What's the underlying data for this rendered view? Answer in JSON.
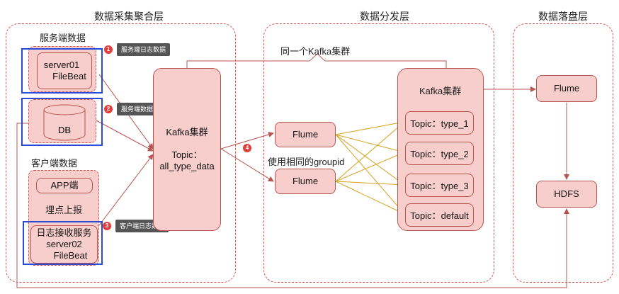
{
  "layers": {
    "collection": "数据采集聚合层",
    "distribution": "数据分发层",
    "storage": "数据落盘层"
  },
  "sections": {
    "server_data": "服务端数据",
    "client_data": "客户端数据",
    "same_cluster": "同一个Kafka集群",
    "same_groupid": "使用相同的groupid"
  },
  "nodes": {
    "server01": [
      "server01",
      "FileBeat"
    ],
    "db": "DB",
    "app": "APP端",
    "report": "埋点上报",
    "log_receiver": [
      "日志接收服务",
      "server02",
      "FileBeat"
    ],
    "kafka_left": {
      "title": "Kafka集群",
      "topic_label": "Topic：",
      "topic": "all_type_data"
    },
    "flume1": "Flume",
    "flume2": "Flume",
    "kafka_right": {
      "title": "Kafka集群",
      "topics": [
        "Topic：type_1",
        "Topic：type_2",
        "Topic：type_3",
        "Topic：default"
      ]
    },
    "flume_store": "Flume",
    "hdfs": "HDFS"
  },
  "badges": {
    "b1": {
      "num": "1",
      "text": "服务端日志数据"
    },
    "b2": {
      "num": "2",
      "text": "服务端数据库数据"
    },
    "b3": {
      "num": "3",
      "text": "客户端日志数据"
    },
    "b4": {
      "num": "4"
    }
  },
  "colors": {
    "node_fill": "#f8cecc",
    "node_stroke": "#b85450",
    "zone_stroke": "#d9534f",
    "highlight_frame": "#2b4bd6",
    "fanout_arrow": "#d6a21f",
    "badge": "#e43d3d"
  }
}
